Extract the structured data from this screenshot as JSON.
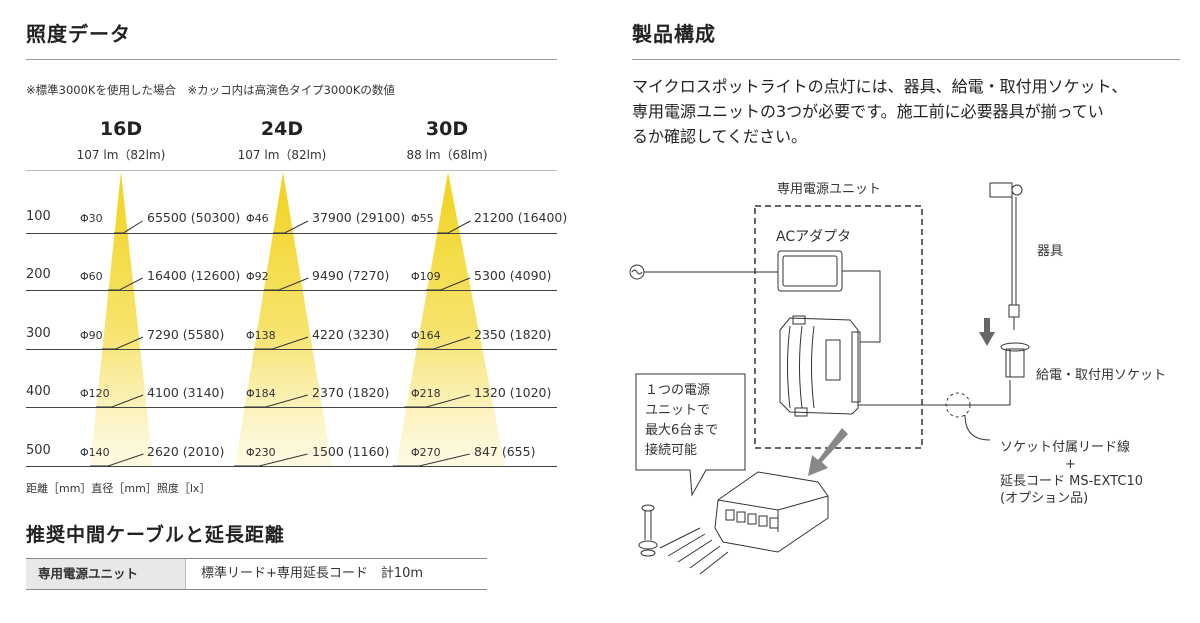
{
  "left": {
    "title": "照度データ",
    "note": "※標準3000Kを使用した場合　※カッコ内は高演色タイプ3000Kの数値",
    "beams": [
      {
        "angle": "16D",
        "lumen": "107 lm（82lm)"
      },
      {
        "angle": "24D",
        "lumen": "107 lm（82lm)"
      },
      {
        "angle": "30D",
        "lumen": "88 lm（68lm)"
      }
    ],
    "rows": [
      {
        "distance": "100",
        "cells": [
          {
            "phi": "Φ30",
            "lux": "65500 (50300)"
          },
          {
            "phi": "Φ46",
            "lux": "37900 (29100)"
          },
          {
            "phi": "Φ55",
            "lux": "21200 (16400)"
          }
        ]
      },
      {
        "distance": "200",
        "cells": [
          {
            "phi": "Φ60",
            "lux": "16400 (12600)"
          },
          {
            "phi": "Φ92",
            "lux": "9490 (7270)"
          },
          {
            "phi": "Φ109",
            "lux": "5300 (4090)"
          }
        ]
      },
      {
        "distance": "300",
        "cells": [
          {
            "phi": "Φ90",
            "lux": "7290 (5580)"
          },
          {
            "phi": "Φ138",
            "lux": "4220 (3230)"
          },
          {
            "phi": "Φ164",
            "lux": "2350 (1820)"
          }
        ]
      },
      {
        "distance": "400",
        "cells": [
          {
            "phi": "Φ120",
            "lux": "4100 (3140)"
          },
          {
            "phi": "Φ184",
            "lux": "2370 (1820)"
          },
          {
            "phi": "Φ218",
            "lux": "1320 (1020)"
          }
        ]
      },
      {
        "distance": "500",
        "cells": [
          {
            "phi": "Φ140",
            "lux": "2620 (2010)"
          },
          {
            "phi": "Φ230",
            "lux": "1500 (1160)"
          },
          {
            "phi": "Φ270",
            "lux": "847 (655)"
          }
        ]
      }
    ],
    "units": "距離［mm］直径［mm］照度［lx］",
    "beam_color": "#f2d21b",
    "cable_title": "推奨中間ケーブルと延長距離",
    "cable_table": {
      "header": "専用電源ユニット",
      "value": "標準リード+専用延長コード　計10m"
    }
  },
  "right": {
    "title": "製品構成",
    "description": [
      "マイクロスポットライトの点灯には、器具、給電・取付用ソケット、",
      "専用電源ユニットの3つが必要です。施工前に必要器具が揃ってい",
      "るか確認してください。"
    ],
    "diagram": {
      "power_unit_label": "専用電源ユニット",
      "adapter_label": "ACアダプタ",
      "fixture_label": "器具",
      "socket_label": "給電・取付用ソケット",
      "callout": [
        "１つの電源",
        "ユニットで",
        "最大6台まで",
        "接続可能"
      ],
      "lead_label": [
        "ソケット付属リード線",
        "+",
        "延長コード MS-EXTC10",
        "(オプション品)"
      ]
    }
  }
}
